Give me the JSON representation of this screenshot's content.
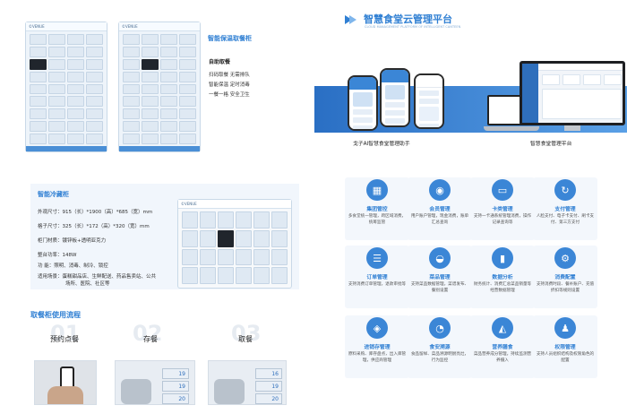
{
  "locker": {
    "brand": "©VENUE",
    "title": "智能保温取餐柜",
    "subtitle": "自助取餐",
    "lines": [
      "扫码取餐  无需排队",
      "智能保温  定时消毒",
      "一餐一格  安全卫生"
    ],
    "colors": {
      "accent": "#2f7fd3",
      "panel": "#eef4fa",
      "foot": "#4a8fd6"
    }
  },
  "platform": {
    "title": "智慧食堂云管理平台",
    "subtitle_en": "CLOUD MANAGEMENT PLATFORM OF INTELLIGENT CANTEEN",
    "caption_left": "戈子AI智慧食堂管理助手",
    "caption_right": "智慧食堂管理平台"
  },
  "fridge": {
    "title": "智能冷藏柜",
    "specs": [
      "外观尺寸：915（长）*1900（高）*685（宽）mm",
      "格子尺寸：325（长）*172（高）*320（宽）mm",
      "柜门材质：镀锌板+透明亚克力",
      "整台功率：148W",
      "功      能：照明、消毒、制冷、锁控",
      "适用场景：蛋糕甜品店、生鲜配送、药品售卖站、公共",
      "场所、医院、社区等"
    ]
  },
  "flow": {
    "title": "取餐柜使用流程",
    "steps": [
      {
        "num": "01",
        "label": "预约点餐"
      },
      {
        "num": "02",
        "label": "存餐"
      },
      {
        "num": "03",
        "label": "取餐"
      }
    ],
    "door_numbers": [
      "19",
      "19",
      "20",
      "16",
      "19",
      "20"
    ]
  },
  "features": [
    {
      "title": "集团管控",
      "desc": "多食堂统一管理，跨区域消费，统筹监管"
    },
    {
      "title": "会员管理",
      "desc": "用户账户管理，现金消费，账单汇总查询"
    },
    {
      "title": "卡类管理",
      "desc": "支持一卡通系统管理消费，操作记录查询等"
    },
    {
      "title": "支付管理",
      "desc": "人脸支付、电子卡支付、刷卡支付、第三方支付"
    },
    {
      "title": "订单管理",
      "desc": "支持消费订单管理，退款审批等"
    },
    {
      "title": "菜品管理",
      "desc": "支持菜品数据管理，菜谱发布、餐别设置"
    },
    {
      "title": "数据分析",
      "desc": "财务统计、消费汇总菜品销量等经营数据管理"
    },
    {
      "title": "消费配置",
      "desc": "支持消费时段、餐补账户、充值折扣等规则设置"
    },
    {
      "title": "进销存管理",
      "desc": "原料采购、库存盘点，出入库管理，供应商管理"
    },
    {
      "title": "食安溯源",
      "desc": "食品留样、菜品溯源明厨亮灶，行为监控"
    },
    {
      "title": "营养膳食",
      "desc": "菜品营养成分管理，持续监测营养摄入"
    },
    {
      "title": "权限管理",
      "desc": "支持人员组织结构及权限角色的配置"
    }
  ],
  "icons": [
    "building-icon",
    "member-icon",
    "card-icon",
    "payment-icon",
    "order-icon",
    "dish-icon",
    "chart-icon",
    "settings-icon",
    "inventory-icon",
    "safety-icon",
    "nutrition-icon",
    "permission-icon"
  ]
}
